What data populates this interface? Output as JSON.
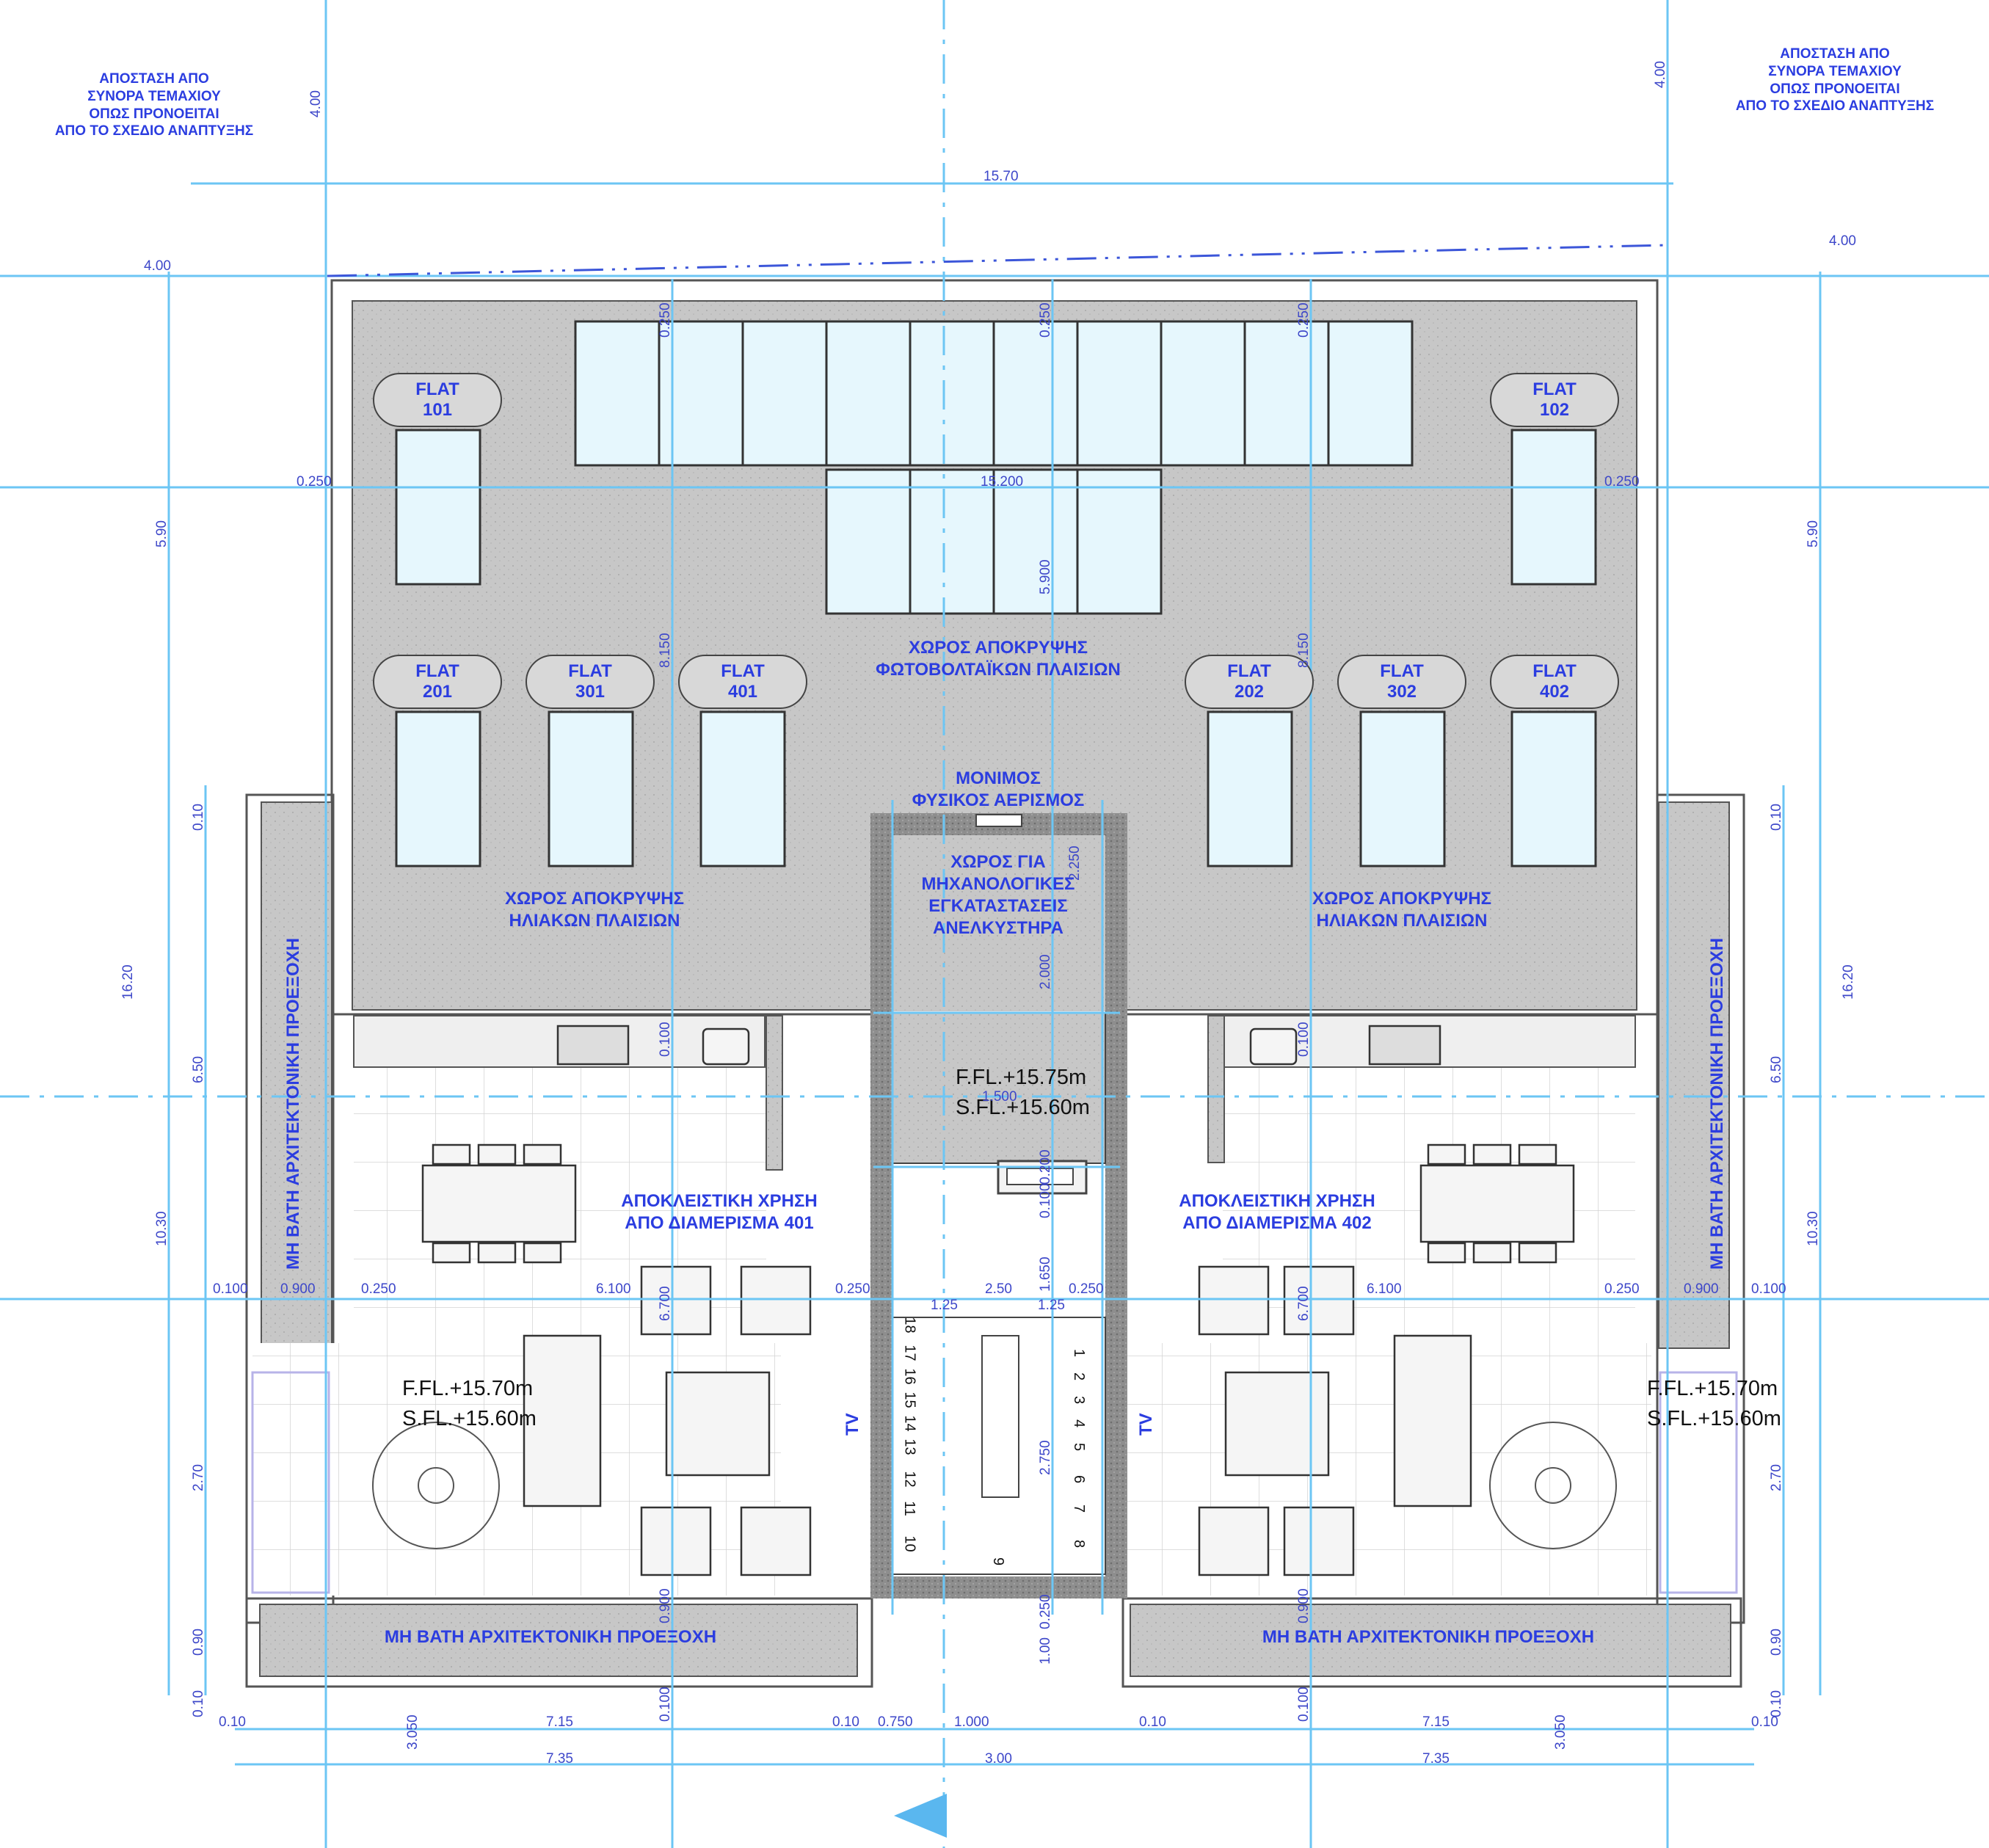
{
  "notes": {
    "left": "ΑΠΟΣΤΑΣΗ ΑΠΟ\nΣΥΝΟΡΑ ΤΕΜΑΧΙΟΥ\nΟΠΩΣ ΠΡΟΝΟΕΙΤΑΙ\nΑΠΟ ΤΟ ΣΧΕΔΙΟ ΑΝΑΠΤΥΞΗΣ",
    "right": "ΑΠΟΣΤΑΣΗ ΑΠΟ\nΣΥΝΟΡΑ ΤΕΜΑΧΙΟΥ\nΟΠΩΣ ΠΡΟΝΟΕΙΤΑΙ\nΑΠΟ ΤΟ ΣΧΕΔΙΟ ΑΝΑΠΤΥΞΗΣ"
  },
  "rooms": {
    "pv_screen": "ΧΩΡΟΣ ΑΠΟΚΡΥΨΗΣ\nΦΩΤΟΒΟΛΤΑΪΚΩΝ ΠΛΑΙΣΙΩΝ",
    "ventilation": "ΜΟΝΙΜΟΣ\nΦΥΣΙΚΟΣ ΑΕΡΙΣΜΟΣ",
    "lift_machinery": "ΧΩΡΟΣ ΓΙΑ\nΜΗΧΑΝΟΛΟΓΙΚΕΣ\nΕΓΚΑΤΑΣΤΑΣΕΙΣ\nΑΝΕΛΚΥΣΤΗΡΑ",
    "solar_left": "ΧΩΡΟΣ ΑΠΟΚΡΥΨΗΣ\nΗΛΙΑΚΩΝ ΠΛΑΙΣΙΩΝ",
    "solar_right": "ΧΩΡΟΣ ΑΠΟΚΡΥΨΗΣ\nΗΛΙΑΚΩΝ ΠΛΑΙΣΙΩΝ",
    "excl_401": "ΑΠΟΚΛΕΙΣΤΙΚΗ ΧΡΗΣΗ\nΑΠΟ ΔΙΑΜΕΡΙΣΜΑ 401",
    "excl_402": "ΑΠΟΚΛΕΙΣΤΙΚΗ ΧΡΗΣΗ\nΑΠΟ ΔΙΑΜΕΡΙΣΜΑ 402",
    "projection_bottom_left": "ΜΗ ΒΑΤΗ ΑΡΧΙΤΕΚΤΟΝΙΚΗ ΠΡΟΕΞΟΧΗ",
    "projection_bottom_right": "ΜΗ ΒΑΤΗ ΑΡΧΙΤΕΚΤΟΝΙΚΗ ΠΡΟΕΞΟΧΗ",
    "projection_left": "ΜΗ ΒΑΤΗ ΑΡΧΙΤΕΚΤΟΝΙΚΗ ΠΡΟΕΞΟΧΗ",
    "projection_right": "ΜΗ ΒΑΤΗ ΑΡΧΙΤΕΚΤΟΝΙΚΗ ΠΡΟΕΞΟΧΗ"
  },
  "flats": [
    "FLAT\n101",
    "FLAT\n102",
    "FLAT\n201",
    "FLAT\n301",
    "FLAT\n401",
    "FLAT\n202",
    "FLAT\n302",
    "FLAT\n402"
  ],
  "levels": {
    "core": "F.FL.+15.75m\nS.FL.+15.60m",
    "left": "F.FL.+15.70m\nS.FL.+15.60m",
    "right": "F.FL.+15.70m\nS.FL.+15.60m"
  },
  "tv": "TV",
  "stair_numbers": [
    "18",
    "17",
    "16",
    "15",
    "14",
    "13",
    "12",
    "11",
    "10",
    "9",
    "8",
    "7",
    "6",
    "5",
    "4",
    "3",
    "2",
    "1"
  ],
  "dims": {
    "top_15_70": "15.70",
    "top_4_00_left": "4.00",
    "top_4_00_right": "4.00",
    "v_4_00_left": "4.00",
    "v_4_00_right": "4.00",
    "inner_15_200": "15.200",
    "inner_0_250_left": "0.250",
    "inner_0_250_right": "0.250",
    "v_0_250_a": "0.250",
    "v_0_250_b": "0.250",
    "v_0_250_c": "0.250",
    "v_8_150_left": "8.150",
    "v_8_150_right": "8.150",
    "v_5_900": "5.900",
    "v_5_90_left": "5.90",
    "v_5_90_right": "5.90",
    "v_16_20_left": "16.20",
    "v_16_20_right": "16.20",
    "v_10_30_left": "10.30",
    "v_10_30_right": "10.30",
    "v_6_50_left": "6.50",
    "v_6_50_right": "6.50",
    "v_2_70_left": "2.70",
    "v_2_70_right": "2.70",
    "v_0_90_left": "0.90",
    "v_0_90_right": "0.90",
    "v_0_10_l1": "0.10",
    "v_0_10_l2": "0.10",
    "v_0_10_r1": "0.10",
    "v_0_10_r2": "0.10",
    "v_0_100_a": "0.100",
    "v_0_100_b": "0.100",
    "v_0_100_c": "0.100",
    "v_0_100_d": "0.100",
    "v_0_100_e": "0.100",
    "v_6_700_left": "6.700",
    "v_6_700_right": "6.700",
    "v_0_900_left": "0.900",
    "v_0_900_right": "0.900",
    "v_3_050_left": "3.050",
    "v_3_050_right": "3.050",
    "v_2_000": "2.000",
    "v_2_250": "2.250",
    "v_1_650": "1.650",
    "v_2_750": "2.750",
    "v_1_00": "1.00",
    "v_0_250_d": "0.250",
    "v_0_200": "0.200",
    "h_0_100_l": "0.100",
    "h_0_900_l": "0.900",
    "h_0_250_a": "0.250",
    "h_6_100_l": "6.100",
    "h_0_250_b": "0.250",
    "h_2_50": "2.50",
    "h_0_250_c": "0.250",
    "h_6_100_r": "6.100",
    "h_0_250_d": "0.250",
    "h_0_900_r": "0.900",
    "h_0_100_r": "0.100",
    "h_1_25_a": "1.25",
    "h_1_25_b": "1.25",
    "h_1_500": "1.500",
    "b_0_10_a": "0.10",
    "b_7_15_l": "7.15",
    "b_0_10_b": "0.10",
    "b_0_750": "0.750",
    "b_1_000": "1.000",
    "b_0_10_c": "0.10",
    "b_7_15_r": "7.15",
    "b_0_10_d": "0.10",
    "b_7_35_l": "7.35",
    "b_3_00": "3.00",
    "b_7_35_r": "7.35"
  }
}
